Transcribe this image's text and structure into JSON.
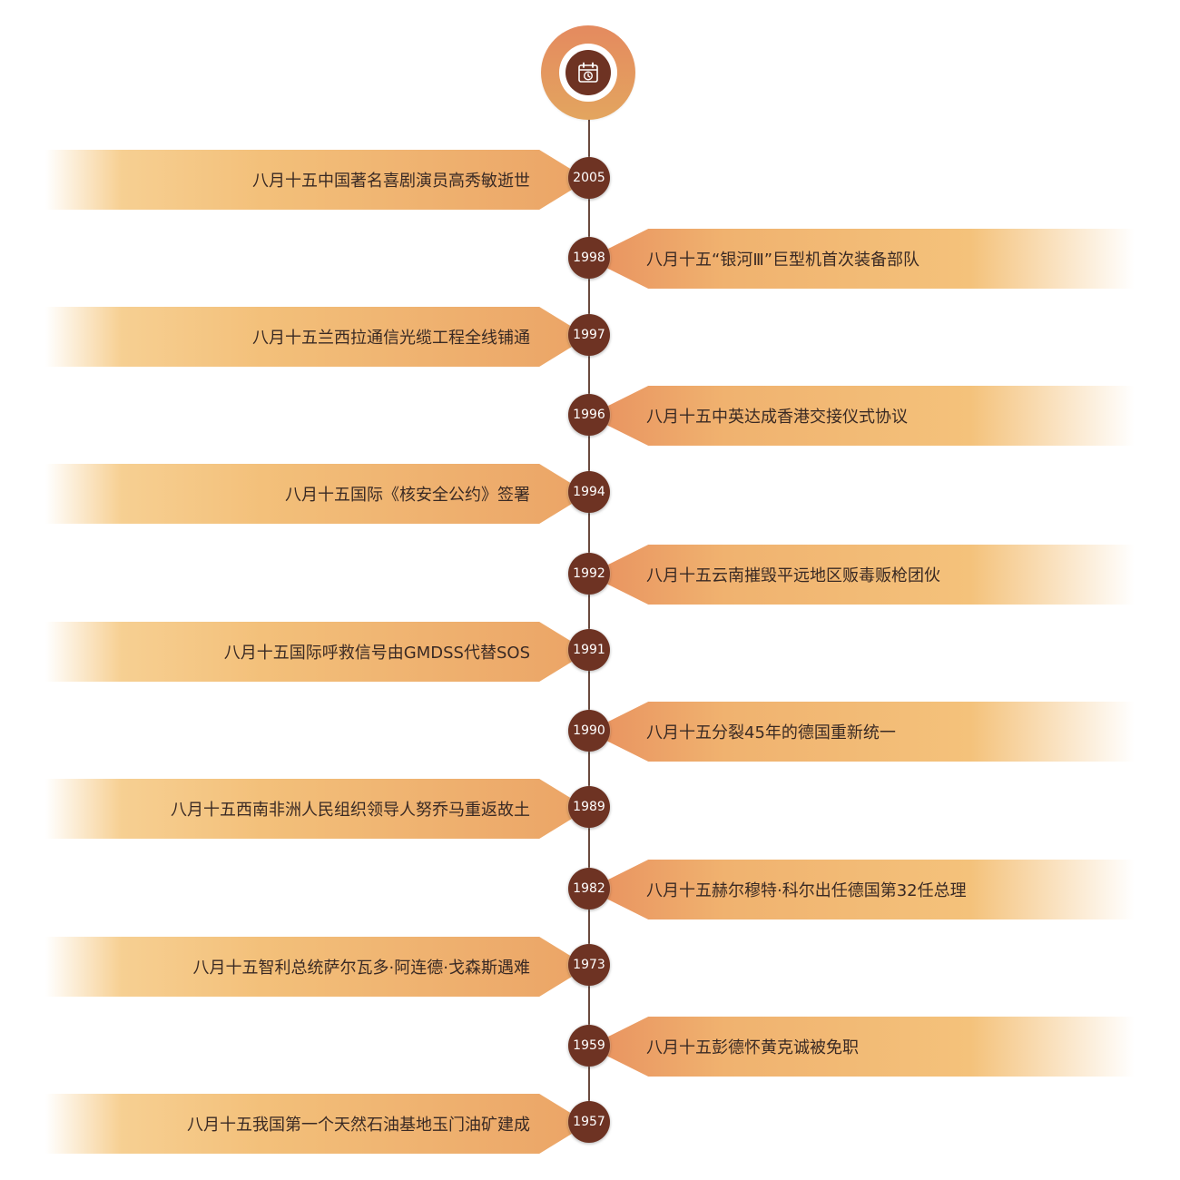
{
  "header": {
    "icon": "calendar-clock-icon",
    "colors": {
      "ring": "#e48a5f",
      "inner": "#6e3323"
    }
  },
  "events": [
    {
      "year": "2005",
      "text": "八月十五中国著名喜剧演员高秀敏逝世",
      "side": "left"
    },
    {
      "year": "1998",
      "text": "八月十五“银河Ⅲ”巨型机首次装备部队",
      "side": "right"
    },
    {
      "year": "1997",
      "text": "八月十五兰西拉通信光缆工程全线铺通",
      "side": "left"
    },
    {
      "year": "1996",
      "text": "八月十五中英达成香港交接仪式协议",
      "side": "right"
    },
    {
      "year": "1994",
      "text": "八月十五国际《核安全公约》签署",
      "side": "left"
    },
    {
      "year": "1992",
      "text": "八月十五云南摧毁平远地区贩毒贩枪团伙",
      "side": "right"
    },
    {
      "year": "1991",
      "text": "八月十五国际呼救信号由GMDSS代替SOS",
      "side": "left"
    },
    {
      "year": "1990",
      "text": "八月十五分裂45年的德国重新统一",
      "side": "right"
    },
    {
      "year": "1989",
      "text": "八月十五西南非洲人民组织领导人努乔马重返故土",
      "side": "left"
    },
    {
      "year": "1982",
      "text": "八月十五赫尔穆特·科尔出任德国第32任总理",
      "side": "right"
    },
    {
      "year": "1973",
      "text": "八月十五智利总统萨尔瓦多·阿连德·戈森斯遇难",
      "side": "left"
    },
    {
      "year": "1959",
      "text": "八月十五彭德怀黄克诚被免职",
      "side": "right"
    },
    {
      "year": "1957",
      "text": "八月十五我国第一个天然石油基地玉门油矿建成",
      "side": "left"
    }
  ],
  "colors": {
    "band": "#f3c07a",
    "year_circle": "#6e3323",
    "axis": "#6b4a3e"
  }
}
